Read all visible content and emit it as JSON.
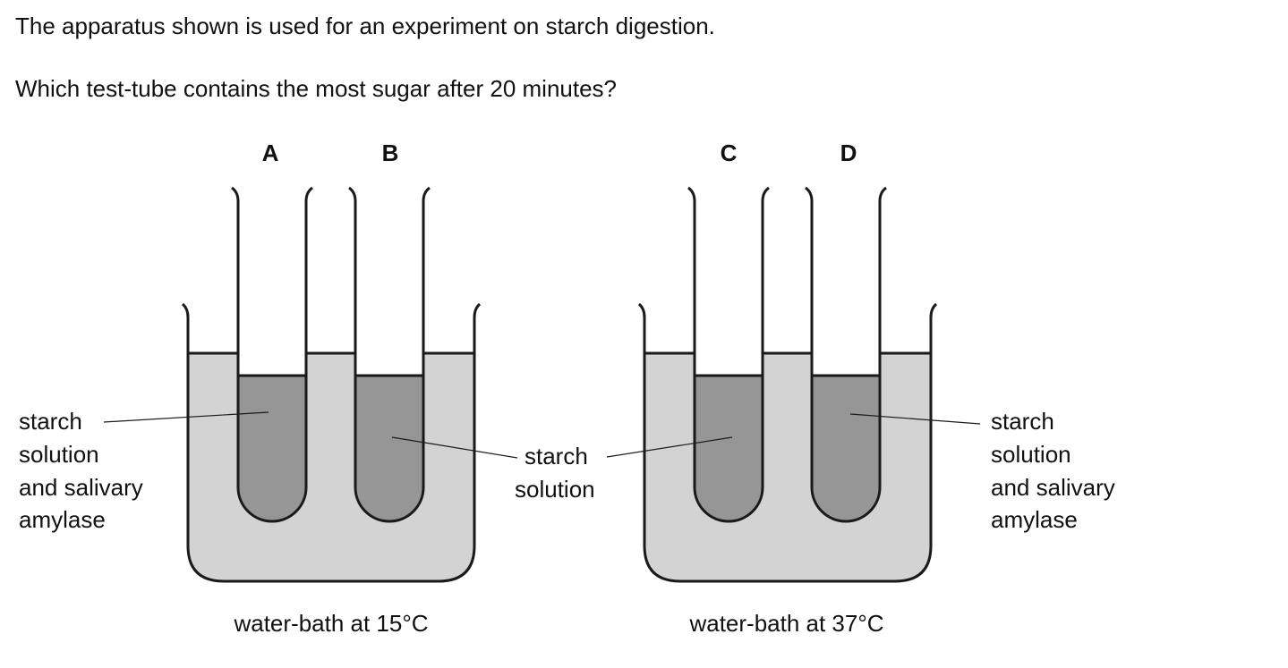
{
  "question": {
    "intro": "The apparatus shown is used for an experiment on starch digestion.",
    "prompt": "Which test-tube contains the most sugar after 20 minutes?"
  },
  "tubes": [
    "A",
    "B",
    "C",
    "D"
  ],
  "labels": {
    "left_mixture": [
      "starch",
      "solution",
      "and salivary",
      "amylase"
    ],
    "middle_starch": [
      "starch",
      "solution"
    ],
    "right_mixture": [
      "starch",
      "solution",
      "and salivary",
      "amylase"
    ]
  },
  "baths": {
    "left": "water-bath at 15°C",
    "right": "water-bath at 37°C"
  },
  "colors": {
    "water": "#d3d3d3",
    "tube_liquid": "#969696",
    "outline": "#1a1a1a"
  }
}
